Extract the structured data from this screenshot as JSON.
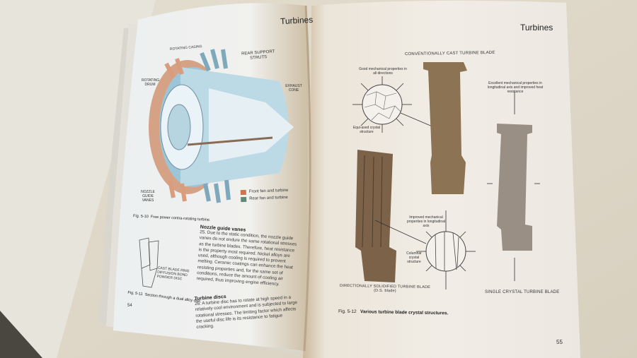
{
  "left_page": {
    "header": "Turbines",
    "figure_5_10": {
      "labels": {
        "rotating_casing": "ROTATING CASING",
        "rotating_drum": "ROTATING DRUM",
        "rear_support_struts": "REAR SUPPORT STRUTS",
        "exhaust_cone": "EXHAUST CONE",
        "nozzle_guide_vanes": "NOZZLE GUIDE VANES"
      },
      "legend": [
        {
          "label": "Front fan and turbine",
          "color": "#c9784e"
        },
        {
          "label": "Rear fan and turbine",
          "color": "#5f8a78"
        }
      ],
      "caption_number": "Fig. 5-10",
      "caption": "Free power contra-rotating turbine."
    },
    "figure_5_11": {
      "labels": [
        "CAST BLADE RING",
        "DIFFUSION BOND",
        "POWDER DISC"
      ],
      "caption_number": "Fig. 5-11",
      "caption": "Section through a dual alloy disc."
    },
    "sections": [
      {
        "heading": "Nozzle guide vanes",
        "text": "25. Due to the static condition, the nozzle guide vanes do not endure the same rotational stresses as the turbine blades. Therefore, heat resistance is the property most required. Nickel alloys are used, although cooling is required to prevent melting. Ceramic coatings can enhance the heat resisting properties and, for the same set of conditions, reduce the amount of cooling air required, thus improving engine efficiency."
      },
      {
        "heading": "Turbine discs",
        "text": "26. A turbine disc has to rotate at high speed in a relatively cool environment and is subjected to large rotational stresses. The limiting factor which affects the useful disc life is its resistance to fatigue cracking."
      }
    ],
    "page_number": "54"
  },
  "right_page": {
    "header": "Turbines",
    "figure_5_12": {
      "conventional_title": "CONVENTIONALLY CAST TURBINE BLADE",
      "equiaxed_top": "Good mechanical properties in all directions",
      "equiaxed_bottom": "Equi-axed crystal structure",
      "single_note": "Excellent mechanical properties in longitudinal axis and improved heat resistance",
      "ds_note": "Improved mechanical properties in longitudinal axis",
      "columnar": "Columnar crystal structure",
      "ds_title": "DIRECTIONALLY SOLIDIFIED TURBINE BLADE",
      "ds_sub": "(D.S. blade)",
      "single_title": "SINGLE CRYSTAL TURBINE BLADE",
      "caption_number": "Fig. 5-12",
      "caption": "Various turbine blade crystal structures."
    },
    "page_number": "55"
  }
}
